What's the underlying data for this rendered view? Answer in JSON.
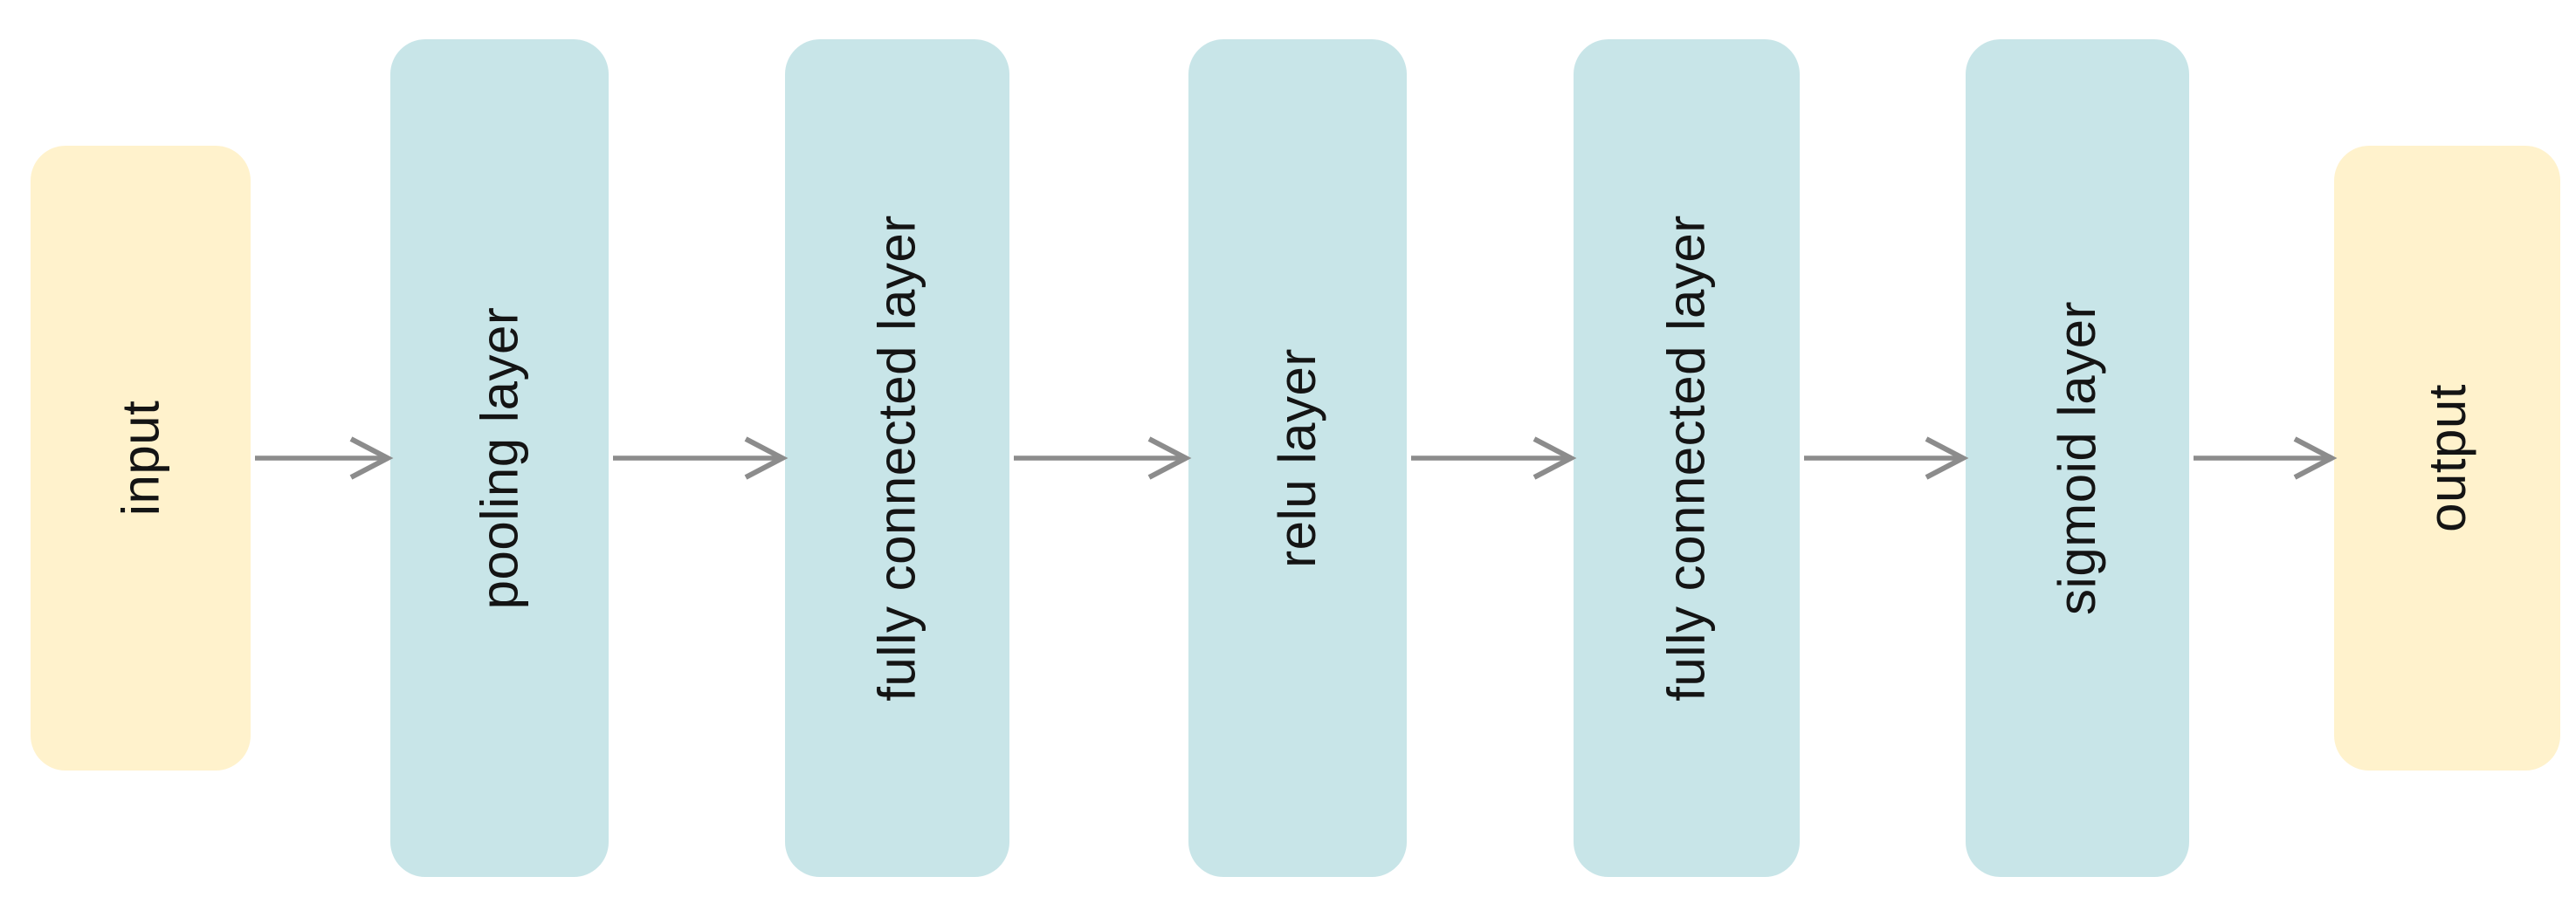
{
  "diagram": {
    "background_color": "#ffffff",
    "text_color": "#141414",
    "arrow_color": "#8c8c8c",
    "io_fill": "#fff2cc",
    "layer_fill": "#c8e5e8",
    "nodes": [
      {
        "label": "input",
        "kind": "io"
      },
      {
        "label": "pooling layer",
        "kind": "layer"
      },
      {
        "label": "fully connected layer",
        "kind": "layer"
      },
      {
        "label": "relu layer",
        "kind": "layer"
      },
      {
        "label": "fully connected layer",
        "kind": "layer"
      },
      {
        "label": "sigmoid layer",
        "kind": "layer"
      },
      {
        "label": "output",
        "kind": "io"
      }
    ],
    "edges": [
      {
        "from": "input",
        "to": "pooling layer"
      },
      {
        "from": "pooling layer",
        "to": "fully connected layer"
      },
      {
        "from": "fully connected layer",
        "to": "relu layer"
      },
      {
        "from": "relu layer",
        "to": "fully connected layer"
      },
      {
        "from": "fully connected layer",
        "to": "sigmoid layer"
      },
      {
        "from": "sigmoid layer",
        "to": "output"
      }
    ]
  }
}
